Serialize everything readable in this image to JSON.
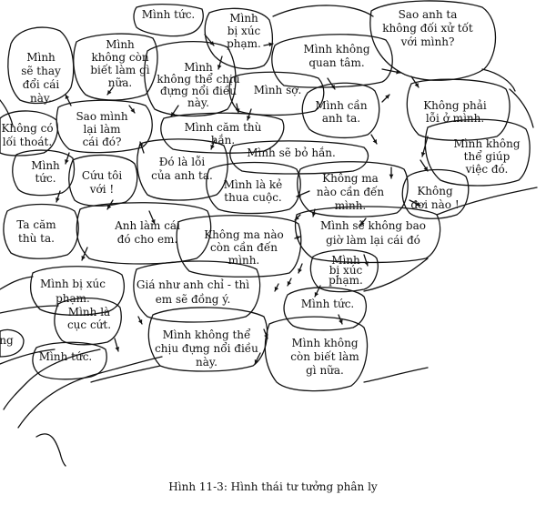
{
  "caption": "Hình 11-3: Hình thái tư tưởng phân ly",
  "cells": [
    {
      "lines": [
        "Mình tức."
      ]
    },
    {
      "lines": [
        "Mình",
        "bị xúc",
        "phạm."
      ]
    },
    {
      "lines": [
        "Sao anh ta",
        "không đối xử tốt",
        "với mình?"
      ]
    },
    {
      "lines": [
        "Mình",
        "sẽ thay",
        "đổi cái",
        "này."
      ]
    },
    {
      "lines": [
        "Mình",
        "không còn",
        "biết làm gì",
        "nữa."
      ]
    },
    {
      "lines": [
        "Mình",
        "không thể chịu",
        "đựng nổi điều",
        "này."
      ]
    },
    {
      "lines": [
        "Mình không",
        "quan tâm."
      ]
    },
    {
      "lines": [
        "Mình sợ."
      ]
    },
    {
      "lines": [
        "Không có",
        "lối thoát."
      ]
    },
    {
      "lines": [
        "Sao mình",
        "lại làm",
        "cái đó?"
      ]
    },
    {
      "lines": [
        "Mình căm thù",
        "hắn."
      ]
    },
    {
      "lines": [
        "Mình cần",
        "anh ta."
      ]
    },
    {
      "lines": [
        "Không phải",
        "lỗi ở mình."
      ]
    },
    {
      "lines": [
        "Mình sẽ bỏ hắn."
      ]
    },
    {
      "lines": [
        "Mình",
        "tức."
      ]
    },
    {
      "lines": [
        "Cứu tôi",
        "với !"
      ]
    },
    {
      "lines": [
        "Đó là lỗi",
        "của anh ta."
      ]
    },
    {
      "lines": [
        "Mình là kẻ",
        "thua cuộc."
      ]
    },
    {
      "lines": [
        "Không ma",
        "nào cần đến",
        "mình."
      ]
    },
    {
      "lines": [
        "Mình không",
        "thể giúp",
        "việc đó."
      ]
    },
    {
      "lines": [
        "Không",
        "đợi nào !"
      ]
    },
    {
      "lines": [
        "Ta căm",
        "thù ta."
      ]
    },
    {
      "lines": [
        "Anh làm cái",
        "đó cho em."
      ]
    },
    {
      "lines": [
        "Không ma nào",
        "còn cần đến",
        "mình."
      ]
    },
    {
      "lines": [
        "Mình sẽ không bao",
        "giờ làm lại cái đó"
      ]
    },
    {
      "lines": [
        "Mình",
        "bị xúc",
        "phạm."
      ]
    },
    {
      "lines": [
        "Mình bị xúc",
        "phạm."
      ]
    },
    {
      "lines": [
        "Giá như anh chỉ - thì",
        "em sẽ đồng ý."
      ]
    },
    {
      "lines": [
        "Mình tức."
      ]
    },
    {
      "lines": [
        "Mình là",
        "cục cứt."
      ]
    },
    {
      "lines": [
        "Mình không thể",
        "chịu đựng nổi điều",
        "này."
      ]
    },
    {
      "lines": [
        "Mình không",
        "còn biết làm",
        "gì nữa."
      ]
    },
    {
      "lines": [
        "Mình tức."
      ]
    },
    {
      "lines": [
        "ng"
      ]
    }
  ]
}
